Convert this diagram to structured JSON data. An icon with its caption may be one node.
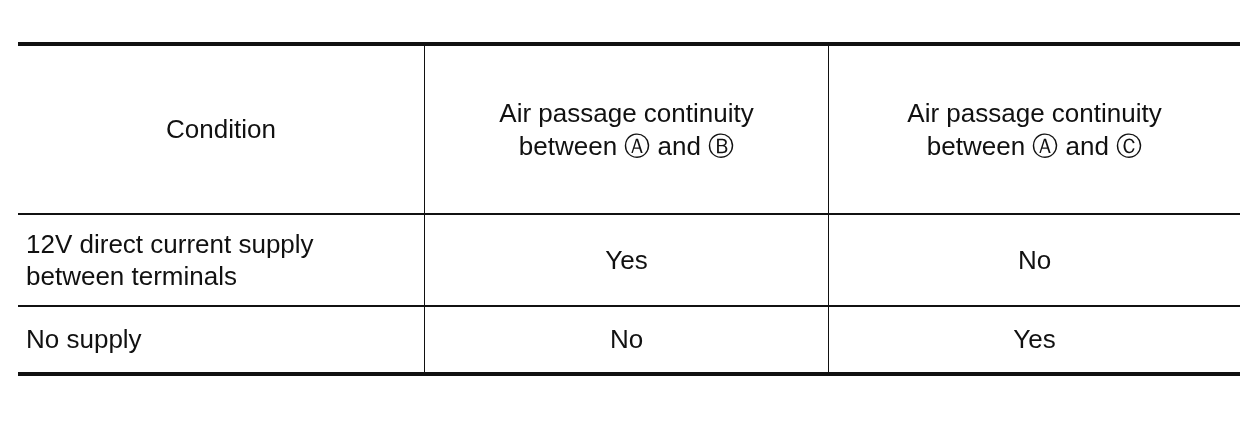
{
  "diagram": {
    "labels": [
      "Condition",
      "Air passage continuity between Ⓐ and Ⓑ",
      "Air passage continuity between Ⓐ and Ⓒ",
      "12V direct current supply between terminals",
      "Yes",
      "No",
      "No supply",
      "No",
      "Yes"
    ]
  }
}
